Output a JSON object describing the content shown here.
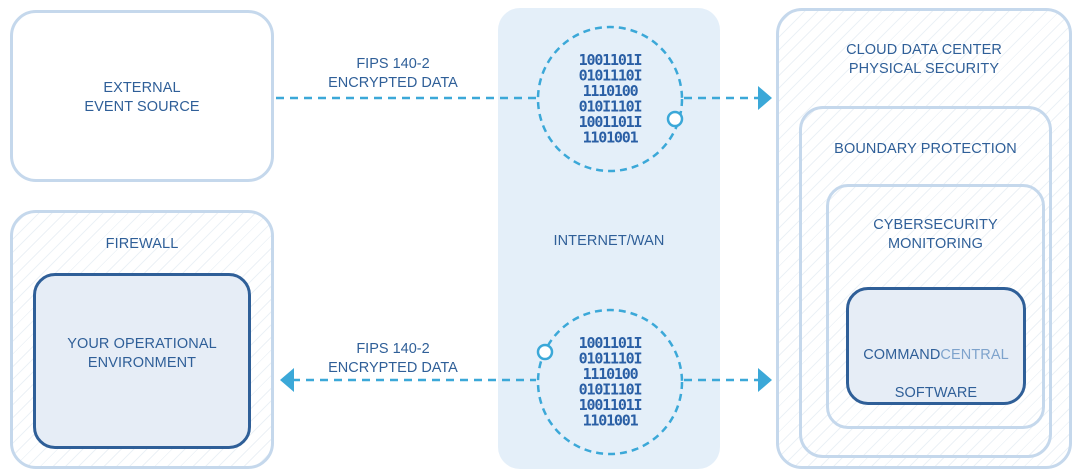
{
  "external_source": {
    "label": "EXTERNAL\nEVENT SOURCE"
  },
  "firewall": {
    "label": "FIREWALL",
    "inner": {
      "label": "YOUR OPERATIONAL\nENVIRONMENT"
    }
  },
  "network": {
    "label": "INTERNET/WAN"
  },
  "flow_top": {
    "label": "FIPS 140-2\nENCRYPTED DATA"
  },
  "flow_bottom": {
    "label": "FIPS 140-2\nENCRYPTED DATA"
  },
  "cloud": {
    "label": "CLOUD DATA CENTER\nPHYSICAL SECURITY",
    "boundary": {
      "label": "BOUNDARY PROTECTION"
    },
    "monitoring": {
      "label": "CYBERSECURITY\nMONITORING"
    },
    "software": {
      "label_strong": "COMMAND",
      "label_light": "CENTRAL",
      "label_line2": "SOFTWARE"
    }
  },
  "binary_rows": [
    "1001101I",
    "0101110I",
    "1110100",
    "010I110I",
    "1001101I",
    "1101001"
  ],
  "colors": {
    "outline": "#c5d8ec",
    "brand_dark": "#2f5f98",
    "cyan": "#3ba8d8",
    "band": "#e4eff9",
    "binary": "#2a5fa5"
  }
}
